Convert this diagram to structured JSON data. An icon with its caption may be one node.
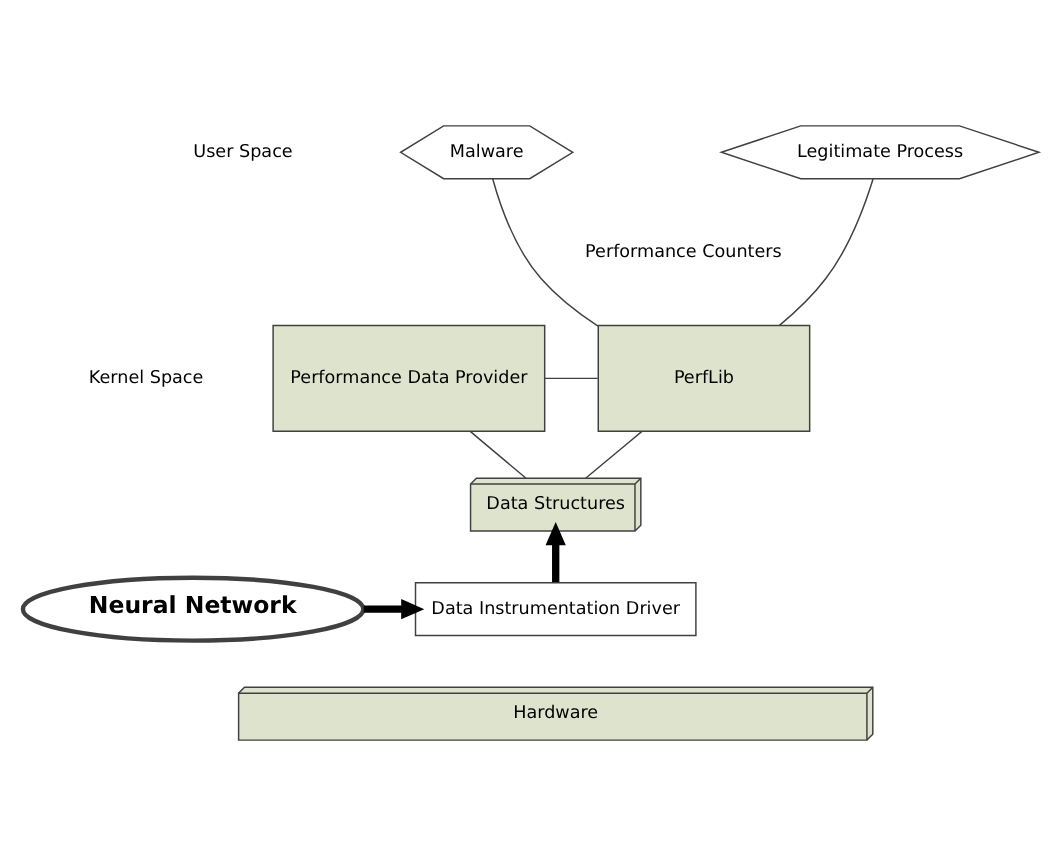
{
  "diagram": {
    "nodes": [
      {
        "text": [
          "Malware"
        ]
      },
      {
        "text": [
          "Legitimate Process"
        ]
      },
      {
        "text": [
          "Performance Data Provider"
        ]
      },
      {
        "text": [
          "PerfLib"
        ]
      },
      {
        "text": [
          "Data Structures"
        ]
      },
      {
        "text": [
          "Neural Network"
        ]
      },
      {
        "text": [
          "Data Instrumentation Driver"
        ]
      },
      {
        "text": [
          "Hardware"
        ]
      }
    ],
    "edges": [
      {
        "from": 0,
        "to": 3,
        "arrow": "none"
      },
      {
        "from": 1,
        "to": 3,
        "arrow": "none"
      },
      {
        "from": 2,
        "to": 3,
        "arrow": "none"
      },
      {
        "from": 4,
        "to": 2,
        "arrow": "none"
      },
      {
        "from": 4,
        "to": 3,
        "arrow": "none"
      },
      {
        "from": 5,
        "to": 6,
        "arrow": "to",
        "style": "thick"
      },
      {
        "from": 6,
        "to": 4,
        "arrow": "to",
        "style": "thick"
      }
    ],
    "labels": [
      "User Space",
      "Performance Counters",
      "Kernel Space"
    ]
  }
}
